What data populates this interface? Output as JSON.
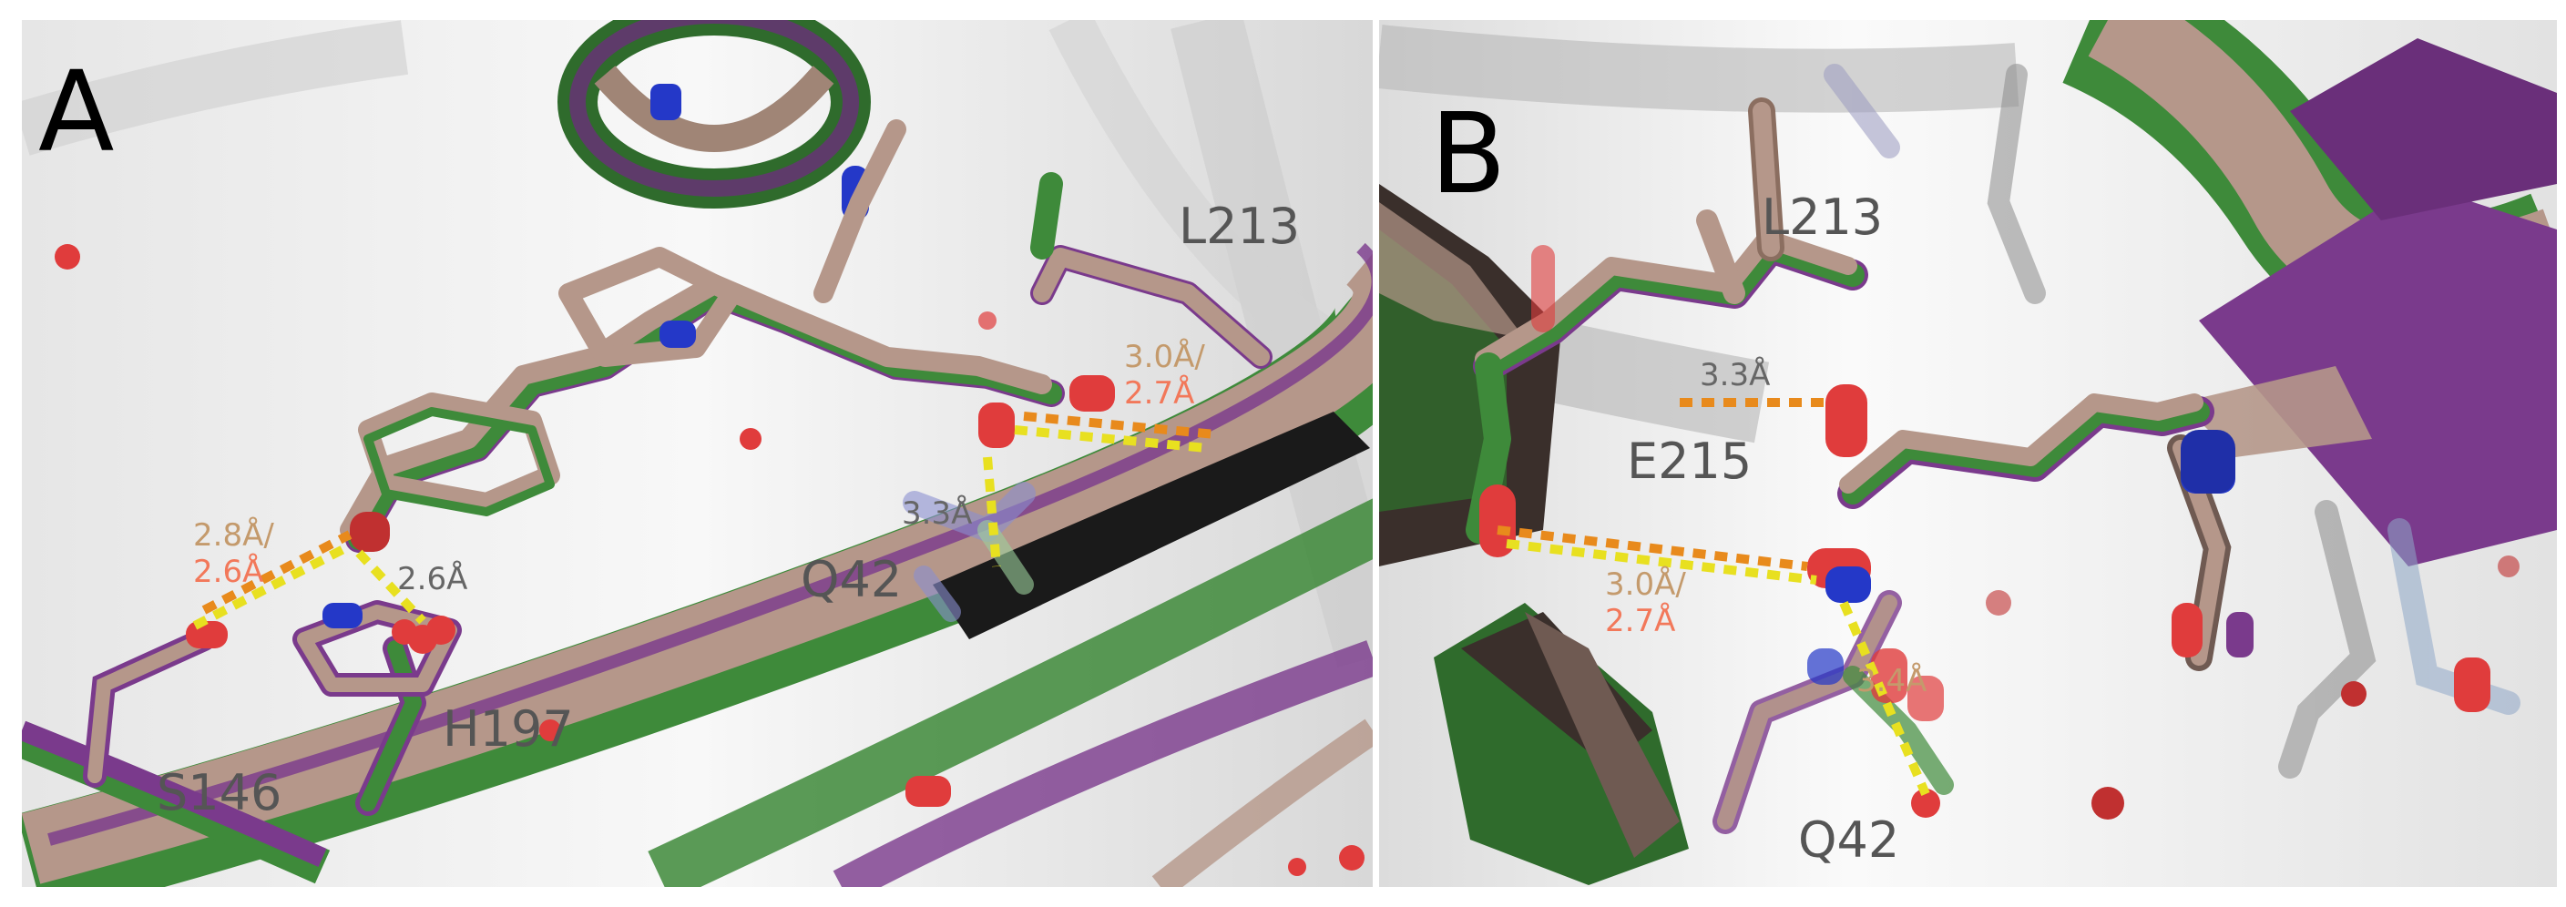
{
  "panels": [
    {
      "letter": "A",
      "residues": [
        "L213",
        "Q42",
        "S146",
        "H197"
      ],
      "distances": {
        "ser_his_tan": "2.8Å/",
        "ser_his_salmon": "2.6Å",
        "his_ligand": "2.6Å",
        "l213_tan": "3.0Å/",
        "l213_salmon": "2.7Å",
        "q42": "3.3Å"
      }
    },
    {
      "letter": "B",
      "residues": [
        "L213",
        "E215",
        "Q42"
      ],
      "distances": {
        "l213": "3.3Å",
        "e215_tan": "3.0Å/",
        "e215_salmon": "2.7Å",
        "q42": "3.4Å"
      }
    }
  ],
  "colors": {
    "structure_1": "#b5978a",
    "structure_2": "#3e8a3a",
    "structure_3": "#7a3a8c",
    "oxygen": "#e03c3c",
    "nitrogen": "#2438c8",
    "hbond_yellow": "#e8e020",
    "hbond_orange": "#e88a1c"
  }
}
